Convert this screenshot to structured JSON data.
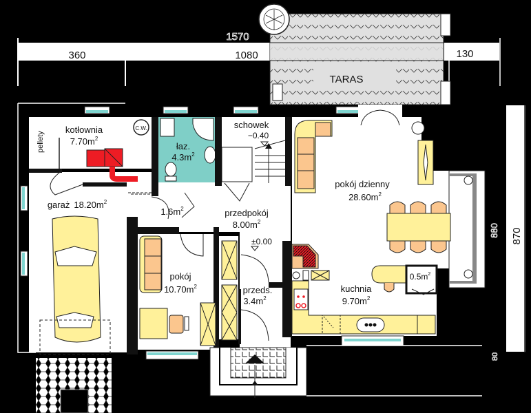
{
  "plan": {
    "type": "floor-plan",
    "dimensions": {
      "top_total": "1570",
      "top_segments": [
        "360",
        "1080",
        "130"
      ],
      "right_total": "870",
      "right_inner": "880",
      "right_small": "80"
    },
    "rooms": [
      {
        "id": "taras",
        "name": "TARAS",
        "area": ""
      },
      {
        "id": "kotlownia",
        "name": "kotłownia",
        "area": "7.70m",
        "sup": "2"
      },
      {
        "id": "laz",
        "name": "łaz.",
        "area": "4.3m",
        "sup": "2"
      },
      {
        "id": "schowek",
        "name": "schowek",
        "area": "",
        "level": "−0.40"
      },
      {
        "id": "pokoj-dzienny",
        "name": "pokój dzienny",
        "area": "28.60m",
        "sup": "2"
      },
      {
        "id": "garaz",
        "name": "garaż",
        "area": "18.20m",
        "sup": "2"
      },
      {
        "id": "closet",
        "name": "",
        "area": "1.6m",
        "sup": "2"
      },
      {
        "id": "przedpokoj",
        "name": "przedpokój",
        "area": "8.00m",
        "sup": "2",
        "level": "±0.00"
      },
      {
        "id": "pokoj",
        "name": "pokój",
        "area": "10.70m",
        "sup": "2"
      },
      {
        "id": "przeds",
        "name": "przeds.",
        "area": "3.4m",
        "sup": "2"
      },
      {
        "id": "kuchnia",
        "name": "kuchnia",
        "area": "9.70m",
        "sup": "2"
      },
      {
        "id": "pantry",
        "name": "",
        "area": "0.5m",
        "sup": "2"
      }
    ],
    "labels": {
      "pellety": "pellety",
      "cw": "C.W."
    },
    "colors": {
      "wall": "#000000",
      "floor": "#ffffff",
      "bathroom": "#7fcfc7",
      "furniture_yellow": "#fff19a",
      "cushion_orange": "#fbc68e",
      "boiler_red": "#ee1c24",
      "terrace": "#e0e0e0",
      "window_glass": "#7fd5d0"
    }
  }
}
